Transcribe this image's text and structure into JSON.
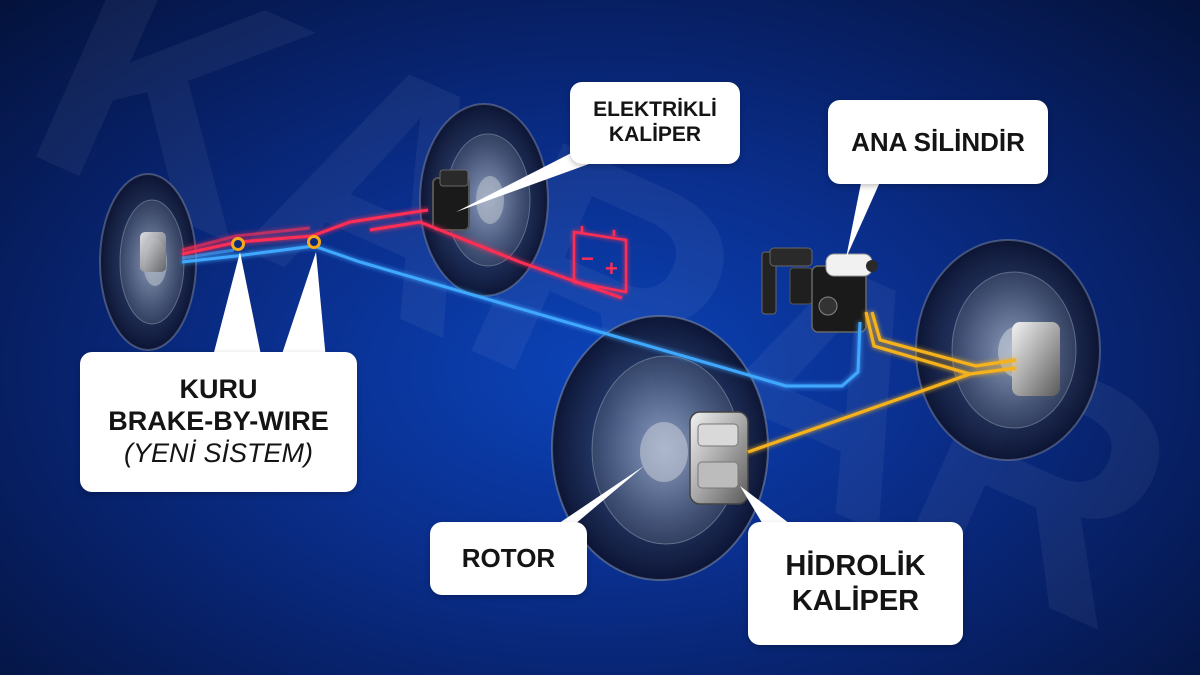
{
  "watermark": "KARAR",
  "labels": {
    "electric_caliper": {
      "line1": "ELEKTRİKLİ",
      "line2": "KALİPER"
    },
    "master_cylinder": {
      "line1": "ANA SİLİNDİR"
    },
    "dry_bbw": {
      "line1": "KURU",
      "line2": "BRAKE-BY-WIRE",
      "line3": "(YENİ SİSTEM)"
    },
    "rotor": {
      "line1": "ROTOR"
    },
    "hydraulic_caliper": {
      "line1": "HİDROLİK",
      "line2": "KALİPER"
    }
  },
  "battery": {
    "minus": "−",
    "plus": "+"
  },
  "colors": {
    "electric_line": "#ff2d55",
    "signal_line": "#3fa9ff",
    "hydraulic_line": "#f5b21a",
    "connector_ring": "#f7a81b"
  }
}
